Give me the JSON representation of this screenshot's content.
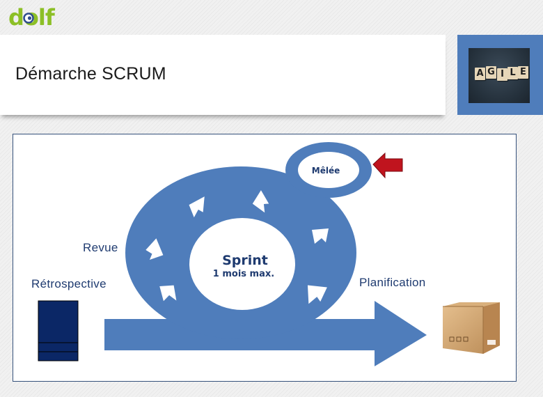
{
  "header": {
    "logo_text": "dolf",
    "title": "Démarche SCRUM",
    "agile_tiles": [
      "A",
      "G",
      "I",
      "L",
      "E"
    ]
  },
  "diagram": {
    "melee_label": "Mêlée",
    "sprint_label": "Sprint",
    "sprint_duration": "1 mois max.",
    "revue_label": "Revue",
    "retrospective_label": "Rétrospective",
    "planification_label": "Planification"
  },
  "colors": {
    "primary_blue": "#4f7dbb",
    "dark_navy": "#0b2766",
    "red_arrow": "#c0141e",
    "logo_green": "#8cbf26",
    "logo_blue": "#2f4d8f"
  }
}
